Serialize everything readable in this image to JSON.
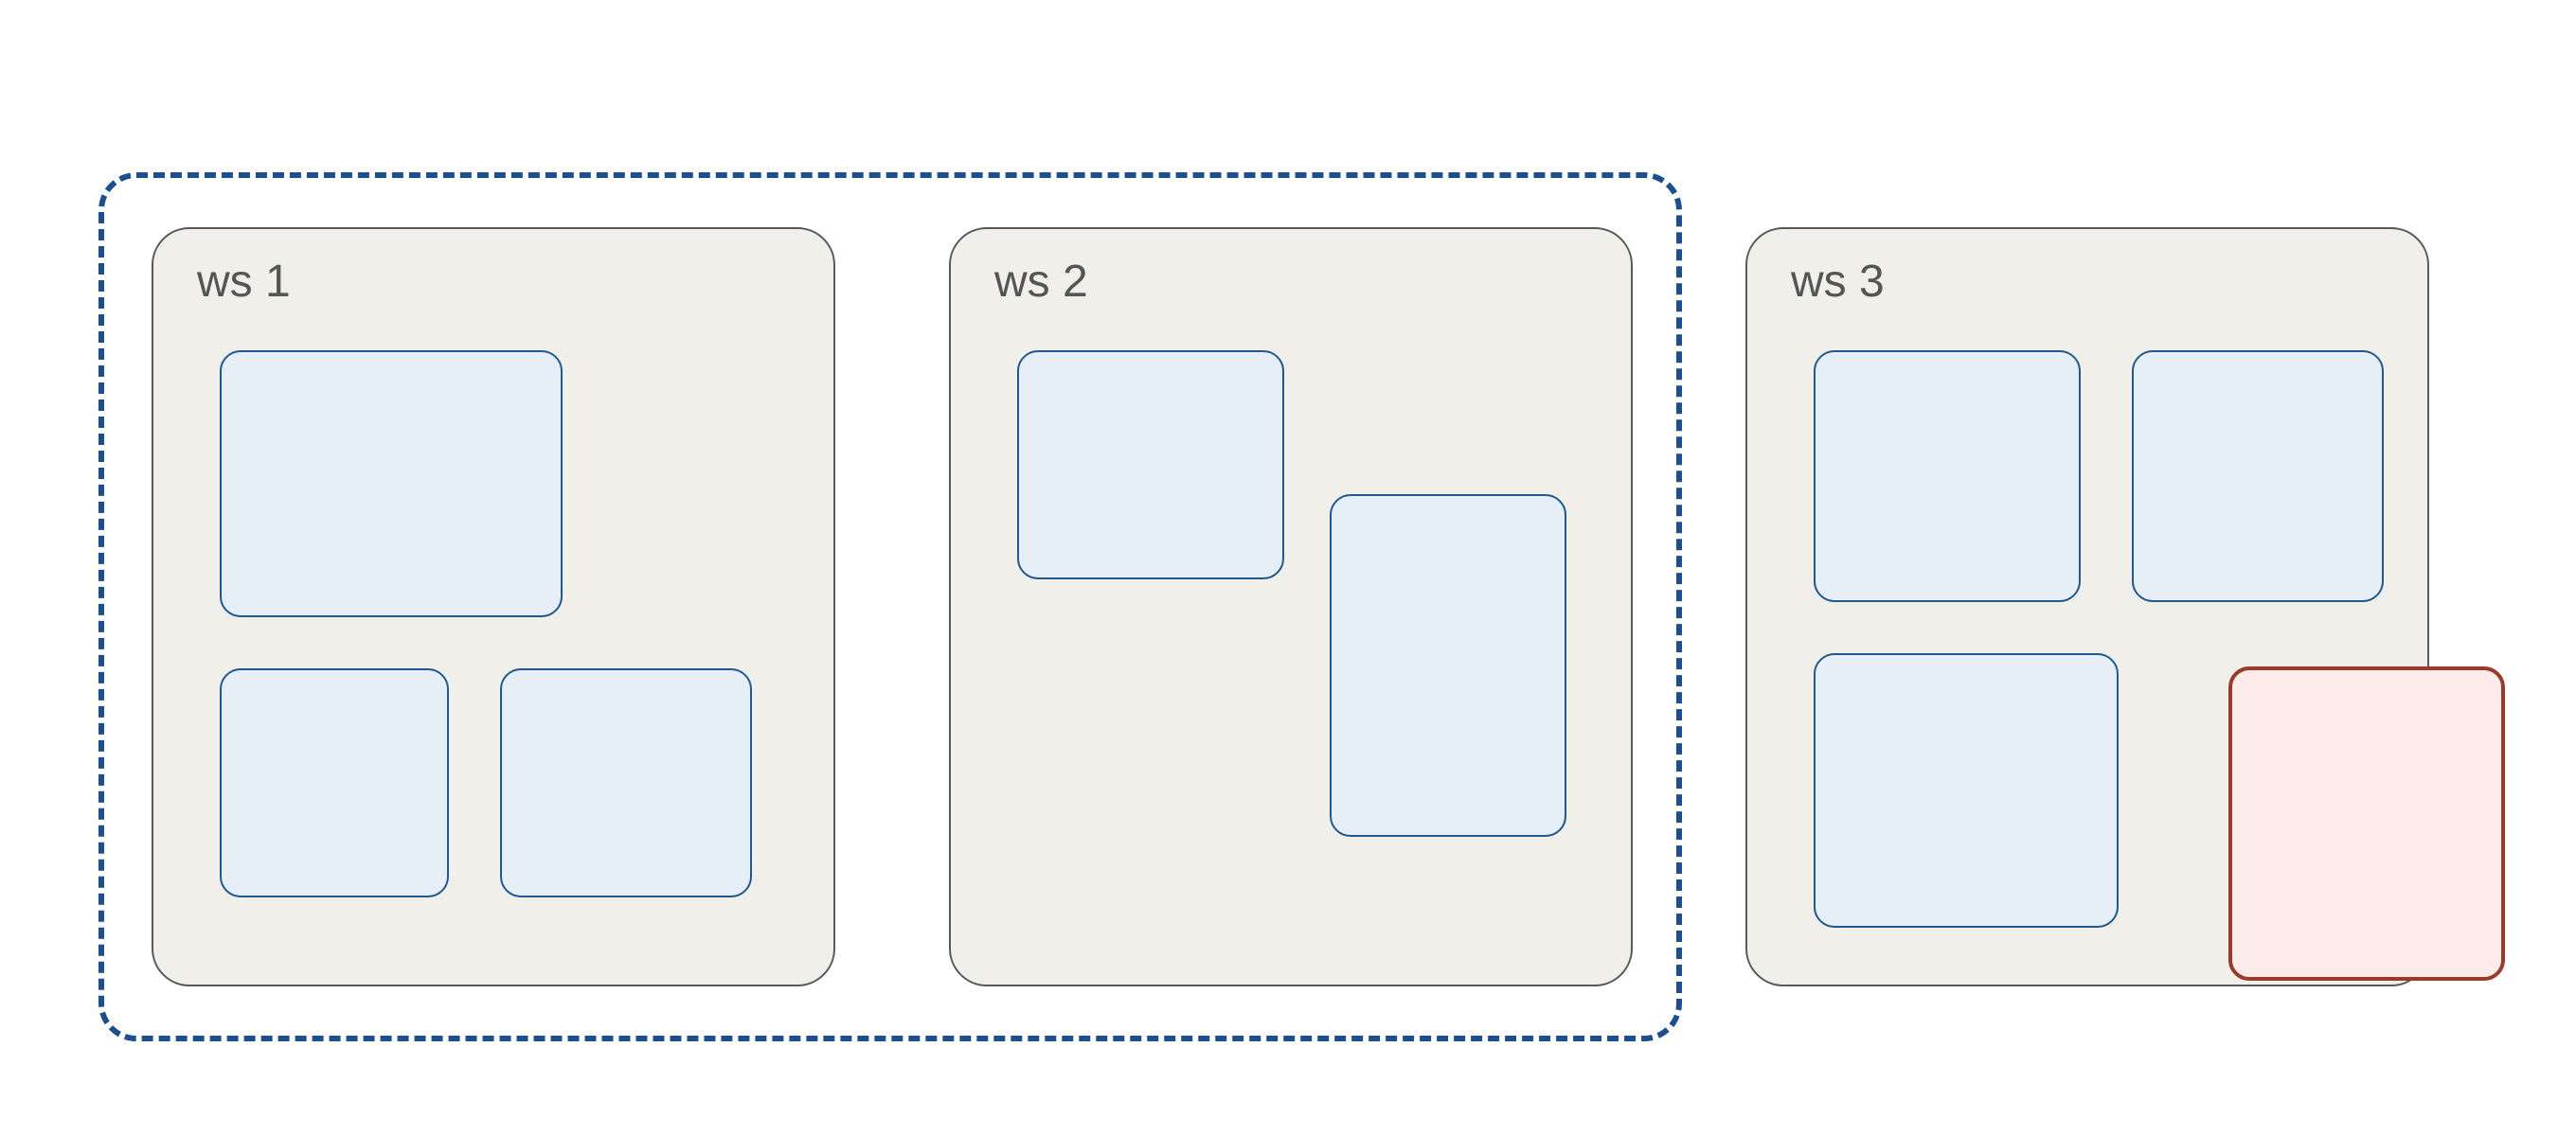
{
  "workspaces": [
    {
      "id": "ws1",
      "label": "ws 1",
      "windows": 3
    },
    {
      "id": "ws2",
      "label": "ws 2",
      "windows": 2
    },
    {
      "id": "ws3",
      "label": "ws 3",
      "windows": 4
    }
  ],
  "colors": {
    "group_outline": "#1e4f8c",
    "workspace_fill": "#f0efea",
    "workspace_border": "#58595b",
    "window_fill": "#e6eef8",
    "window_border": "#1e5a8e",
    "floating_fill": "#fbecea",
    "floating_border": "#9a3a2a",
    "label_text": "#555555"
  }
}
